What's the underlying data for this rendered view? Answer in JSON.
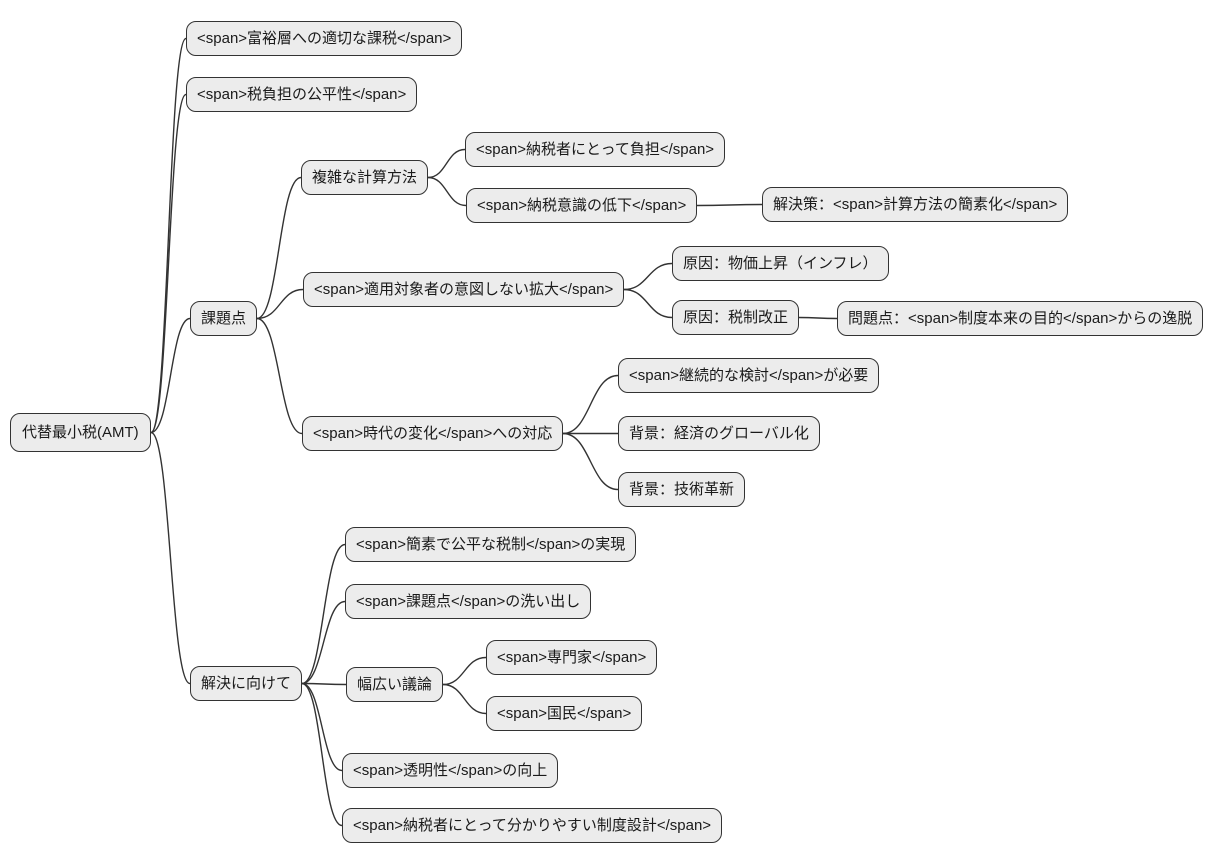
{
  "diagram": {
    "type": "mindmap"
  },
  "styles": {
    "background": "#ffffff",
    "node_fill": "#ececec",
    "node_border": "#333333",
    "node_text": "#1a1a1a",
    "edge_color": "#333333",
    "edge_width": 1.4
  },
  "nodes": {
    "root": "代替最小税(AMT)",
    "wealthy_tax": "<span>富裕層への適切な課税</span>",
    "fair_burden": "<span>税負担の公平性</span>",
    "issues": "課題点",
    "toward_solution": "解決に向けて",
    "complex_calc": "複雑な計算方法",
    "unintended_expansion": "<span>適用対象者の意図しない拡大</span>",
    "era_change": "<span>時代の変化</span>への対応",
    "taxpayer_burden": "<span>納税者にとって負担</span>",
    "awareness_decline": "<span>納税意識の低下</span>",
    "simplify_calc": "解決策：<span>計算方法の簡素化</span>",
    "cause_inflation": "原因：物価上昇（インフレ）",
    "cause_tax_reform": "原因：税制改正",
    "deviation_problem": "問題点：<span>制度本来の目的</span>からの逸脱",
    "continuous_review": "<span>継続的な検討</span>が必要",
    "bg_globalization": "背景：経済のグローバル化",
    "bg_tech": "背景：技術革新",
    "simple_fair_realization": "<span>簡素で公平な税制</span>の実現",
    "issue_identification": "<span>課題点</span>の洗い出し",
    "broad_discussion": "幅広い議論",
    "experts": "<span>専門家</span>",
    "citizens": "<span>国民</span>",
    "transparency": "<span>透明性</span>の向上",
    "clear_design": "<span>納税者にとって分かりやすい制度設計</span>"
  },
  "links": [
    [
      "root",
      "wealthy_tax"
    ],
    [
      "root",
      "fair_burden"
    ],
    [
      "root",
      "issues"
    ],
    [
      "root",
      "toward_solution"
    ],
    [
      "issues",
      "complex_calc"
    ],
    [
      "issues",
      "unintended_expansion"
    ],
    [
      "issues",
      "era_change"
    ],
    [
      "complex_calc",
      "taxpayer_burden"
    ],
    [
      "complex_calc",
      "awareness_decline"
    ],
    [
      "awareness_decline",
      "simplify_calc"
    ],
    [
      "unintended_expansion",
      "cause_inflation"
    ],
    [
      "unintended_expansion",
      "cause_tax_reform"
    ],
    [
      "cause_tax_reform",
      "deviation_problem"
    ],
    [
      "era_change",
      "continuous_review"
    ],
    [
      "era_change",
      "bg_globalization"
    ],
    [
      "era_change",
      "bg_tech"
    ],
    [
      "toward_solution",
      "simple_fair_realization"
    ],
    [
      "toward_solution",
      "issue_identification"
    ],
    [
      "toward_solution",
      "broad_discussion"
    ],
    [
      "toward_solution",
      "transparency"
    ],
    [
      "toward_solution",
      "clear_design"
    ],
    [
      "broad_discussion",
      "experts"
    ],
    [
      "broad_discussion",
      "citizens"
    ]
  ]
}
